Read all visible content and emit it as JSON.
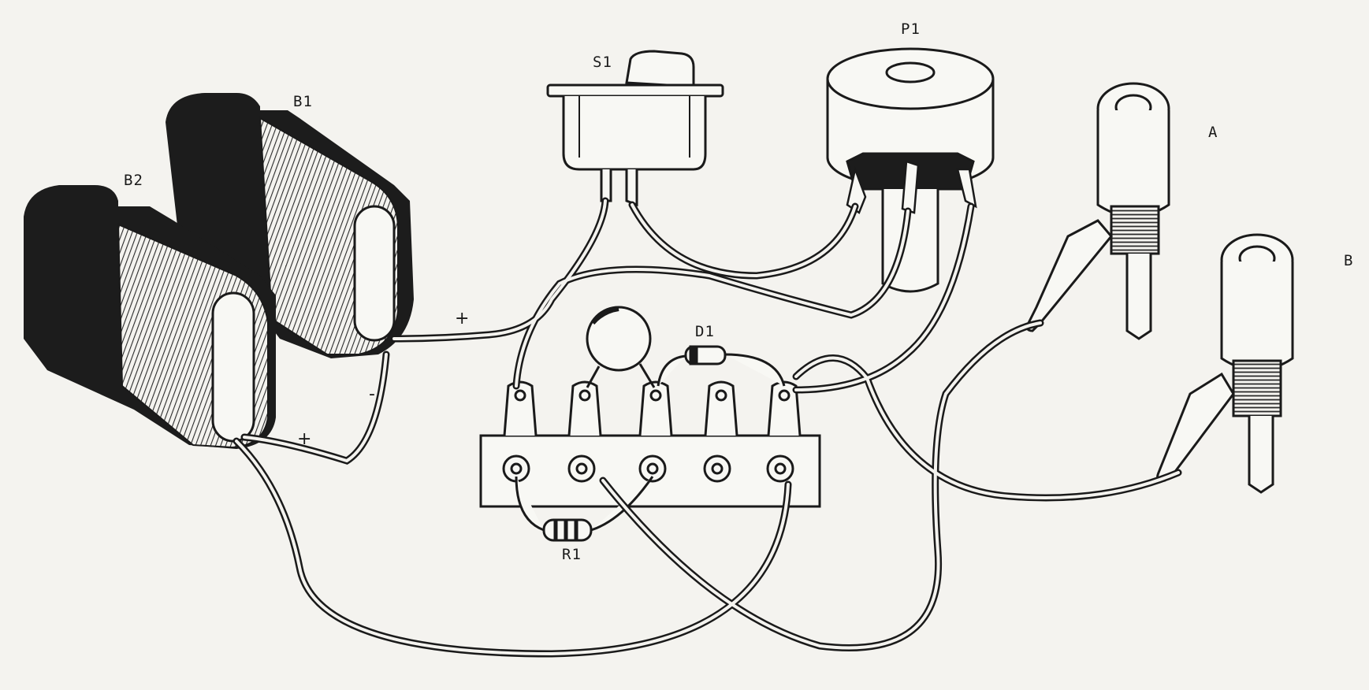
{
  "diagram": {
    "labels": {
      "b1": "B1",
      "b2": "B2",
      "s1": "S1",
      "p1": "P1",
      "d1": "D1",
      "r1": "R1",
      "a": "A",
      "b": "B"
    },
    "polarity": {
      "b1_plus": "+",
      "b1_minus": "-",
      "b2_plus": "+"
    }
  }
}
